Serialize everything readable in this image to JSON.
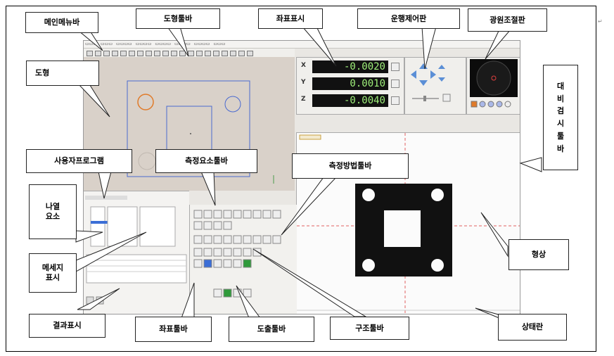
{
  "labels": {
    "main_menu_bar": "메인메뉴바",
    "shape_toolbar": "도형툴바",
    "coord_display": "좌표표시",
    "motion_panel": "운행제어판",
    "light_panel": "광원조절판",
    "shape": "도형",
    "contrast_toolbar_chars": [
      "대",
      "비",
      "검",
      "시",
      "툴",
      "바"
    ],
    "user_program": "사용자프로그램",
    "meas_element_toolbar": "측정요소툴바",
    "meas_method_toolbar": "측정방법툴바",
    "listed_elements": "나열\n요소",
    "message_display": "메세지\n표시",
    "image": "형상",
    "result_display": "결과표시",
    "coord_toolbar": "좌표툴바",
    "export_toolbar": "도출툴바",
    "struct_toolbar": "구조툴바",
    "status_panel": "상태란"
  },
  "coords": {
    "x_label": "X",
    "x_value": "-0.0020",
    "y_label": "Y",
    "y_value": "0.0010",
    "z_label": "Z",
    "z_value": "-0.0040"
  },
  "corner_mark": "↵",
  "colors": {
    "lcd_text": "#9ff07a",
    "shape_bg": "#d9d1c9",
    "highlight_circle": "#e07b2a",
    "shape_line": "#4a6ad0",
    "image_square": "#111111",
    "crosshair": "#e06060"
  }
}
